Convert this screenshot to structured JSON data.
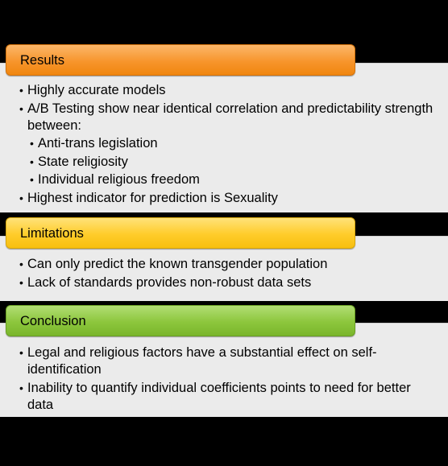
{
  "sections": [
    {
      "title": "Results",
      "color": "#f7952c",
      "items": [
        {
          "text": "Highly accurate models",
          "level": 1
        },
        {
          "text": "A/B Testing show near identical correlation and predictability strength between:",
          "level": 1
        },
        {
          "text": "Anti-trans legislation",
          "level": 2
        },
        {
          "text": "State religiosity",
          "level": 2
        },
        {
          "text": "Individual religious freedom",
          "level": 2
        },
        {
          "text": "Highest indicator for prediction is Sexuality",
          "level": 1
        }
      ]
    },
    {
      "title": "Limitations",
      "color": "#ffcc2a",
      "items": [
        {
          "text": "Can only predict the known transgender population",
          "level": 1
        },
        {
          "text": "Lack of standards provides non-robust data sets",
          "level": 1
        }
      ]
    },
    {
      "title": "Conclusion",
      "color": "#8cc63c",
      "items": [
        {
          "text": "Legal and religious factors have a substantial effect on self-identification",
          "level": 1
        },
        {
          "text": "Inability to quantify individual coefficients points to need for better data",
          "level": 1
        }
      ]
    }
  ],
  "bullet_glyph": "•"
}
